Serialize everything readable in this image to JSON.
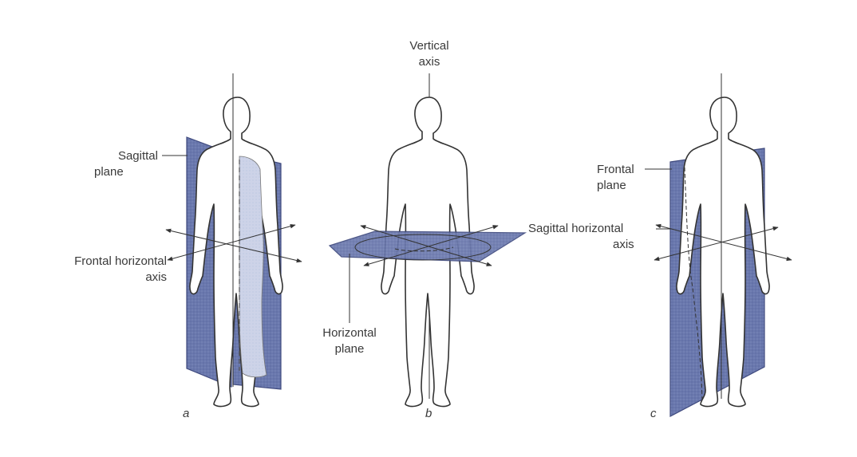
{
  "panels": {
    "a": {
      "letter": "a",
      "labels": {
        "plane_line1": "Sagittal",
        "plane_line2": "plane",
        "axis_line1": "Frontal horizontal",
        "axis_line2": "axis"
      }
    },
    "b": {
      "letter": "b",
      "labels": {
        "axis_line1": "Vertical",
        "axis_line2": "axis",
        "plane_line1": "Horizontal",
        "plane_line2": "plane"
      }
    },
    "c": {
      "letter": "c",
      "labels": {
        "plane_line1": "Frontal",
        "plane_line2": "plane",
        "axis_line1": "Sagittal horizontal",
        "axis_line2": "axis"
      }
    }
  },
  "colors": {
    "plane_fill": "#6a78ad",
    "plane_dark": "#4c578b",
    "highlight_fill": "#c9d0e6",
    "line": "#333333"
  }
}
